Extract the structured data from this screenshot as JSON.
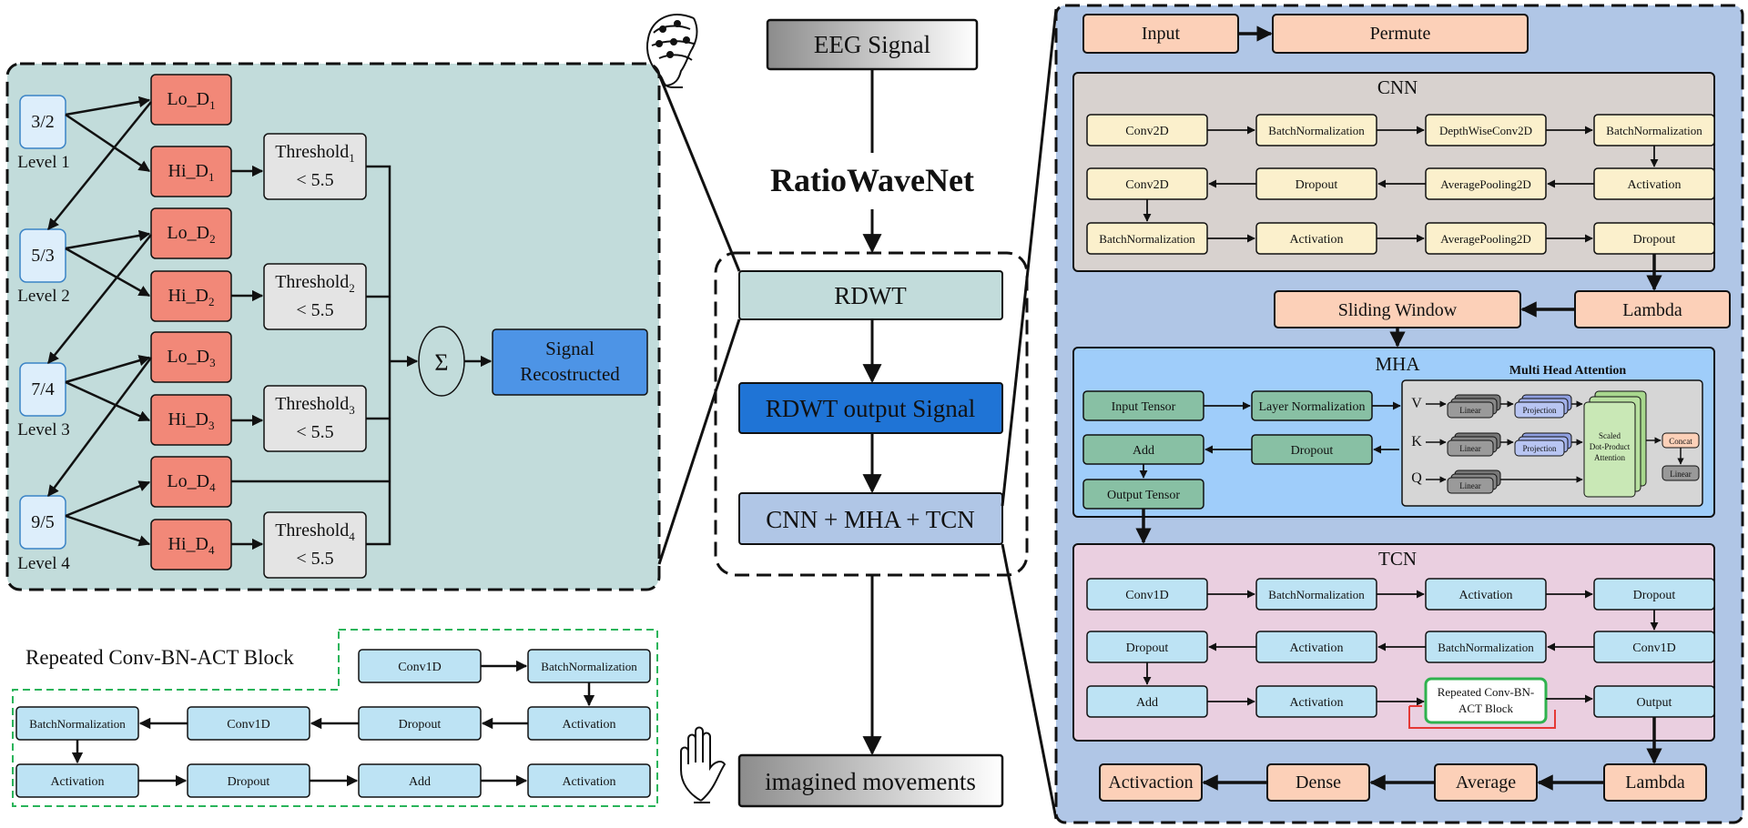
{
  "center": {
    "eeg": "EEG Signal",
    "title": "RatioWaveNet",
    "rdwt": "RDWT",
    "rdwt_out": "RDWT output Signal",
    "cmt": "CNN + MHA + TCN",
    "imagined": "imagined movements"
  },
  "rdwt_panel": {
    "ratios": [
      "3/2",
      "5/3",
      "7/4",
      "9/5"
    ],
    "levels": [
      "Level 1",
      "Level 2",
      "Level 3",
      "Level 4"
    ],
    "lo": [
      "Lo_D",
      "Lo_D",
      "Lo_D",
      "Lo_D"
    ],
    "hi": [
      "Hi_D",
      "Hi_D",
      "Hi_D",
      "Hi_D"
    ],
    "subs": [
      "1",
      "2",
      "3",
      "4"
    ],
    "thr_label": "Threshold",
    "thr_value": "< 5.5",
    "sum": "Σ",
    "recon1": "Signal",
    "recon2": "Recostructed"
  },
  "repeated": {
    "title": "Repeated Conv-BN-ACT Block",
    "r1": [
      "Conv1D",
      "BatchNormalization"
    ],
    "r2": [
      "BatchNormalization",
      "Conv1D",
      "Dropout",
      "Activation"
    ],
    "r3": [
      "Activation",
      "Dropout",
      "Add",
      "Activation"
    ]
  },
  "model": {
    "input": "Input",
    "permute": "Permute",
    "cnn_title": "CNN",
    "cnn_r1": [
      "Conv2D",
      "BatchNormalization",
      "DepthWiseConv2D",
      "BatchNormalization"
    ],
    "cnn_r2": [
      "Conv2D",
      "Dropout",
      "AveragePooling2D",
      "Activation"
    ],
    "cnn_r3": [
      "BatchNormalization",
      "Activation",
      "AveragePooling2D",
      "Dropout"
    ],
    "sliding": "Sliding Window",
    "lambda": "Lambda",
    "mha_title": "MHA",
    "mha_sub": "Multi Head Attention",
    "mha_left": [
      "Input Tensor",
      "Layer Normalization",
      "Add",
      "Dropout",
      "Output Tensor"
    ],
    "vkq": [
      "V",
      "K",
      "Q"
    ],
    "linear": "Linear",
    "projection": "Projection",
    "scaled": [
      "Scaled",
      "Dot-Product",
      "Attention"
    ],
    "concat": "Concat",
    "tcn_title": "TCN",
    "tcn_r1": [
      "Conv1D",
      "BatchNormalization",
      "Activation",
      "Dropout"
    ],
    "tcn_r2": [
      "Dropout",
      "Activation",
      "BatchNormalization",
      "Conv1D"
    ],
    "tcn_r3": [
      "Add",
      "Activation",
      "Output"
    ],
    "repeated_block": [
      "Repeated Conv-BN-",
      "ACT Block"
    ],
    "out_row": [
      "Activaction",
      "Dense",
      "Average",
      "Lambda"
    ]
  },
  "colors": {
    "rdwt_bg": "#c2dcdb",
    "model_bg": "#b0c6e6",
    "cnn_bg": "#d8d2cf",
    "mha_bg": "#9fcdfa",
    "tcn_bg": "#eacfe0",
    "salmon": "#fcd0b8",
    "red_box": "#f28878",
    "blue_box": "#4d94e6",
    "light_blue": "#bde3f4",
    "cream": "#fbf0cc",
    "green": "#88c0a4"
  }
}
